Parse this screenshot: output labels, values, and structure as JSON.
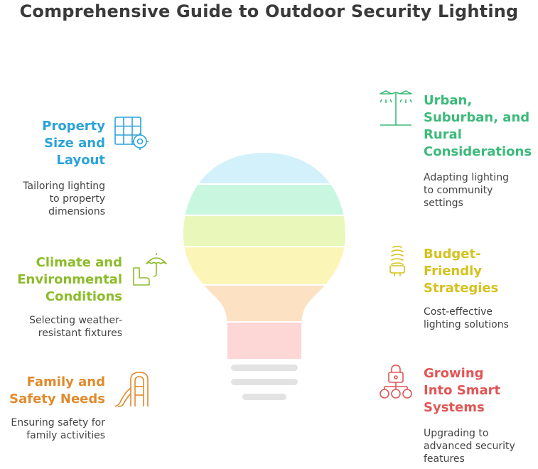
{
  "title": "Comprehensive Guide to Outdoor Security Lighting",
  "colors": {
    "blue": "#2aa3d8",
    "green_dark": "#3cba7a",
    "lime": "#8dbb2b",
    "yellow": "#d4c21f",
    "orange": "#e08a2c",
    "red": "#e25555"
  },
  "left_items": [
    {
      "title_lines": [
        "Property",
        "Size and",
        "Layout"
      ],
      "desc_lines": [
        "Tailoring lighting",
        "to property",
        "dimensions"
      ],
      "icon": "grid-gear-icon"
    },
    {
      "title_lines": [
        "Climate and",
        "Environmental",
        "Conditions"
      ],
      "desc_lines": [
        "Selecting weather-",
        "resistant fixtures"
      ],
      "icon": "umbrella-boot-icon"
    },
    {
      "title_lines": [
        "Family and",
        "Safety Needs"
      ],
      "desc_lines": [
        "Ensuring safety for",
        "family activities"
      ],
      "icon": "slide-icon"
    }
  ],
  "right_items": [
    {
      "title_lines": [
        "Urban,",
        "Suburban, and",
        "Rural",
        "Considerations"
      ],
      "desc_lines": [
        "Adapting lighting",
        "to community",
        "settings"
      ],
      "icon": "street-lamp-icon"
    },
    {
      "title_lines": [
        "Budget-",
        "Friendly",
        "Strategies"
      ],
      "desc_lines": [
        "Cost-effective",
        "lighting solutions"
      ],
      "icon": "cfl-bulb-icon"
    },
    {
      "title_lines": [
        "Growing",
        "Into Smart",
        "Systems"
      ],
      "desc_lines": [
        "Upgrading to",
        "advanced security",
        "features"
      ],
      "icon": "lock-network-icon"
    }
  ]
}
